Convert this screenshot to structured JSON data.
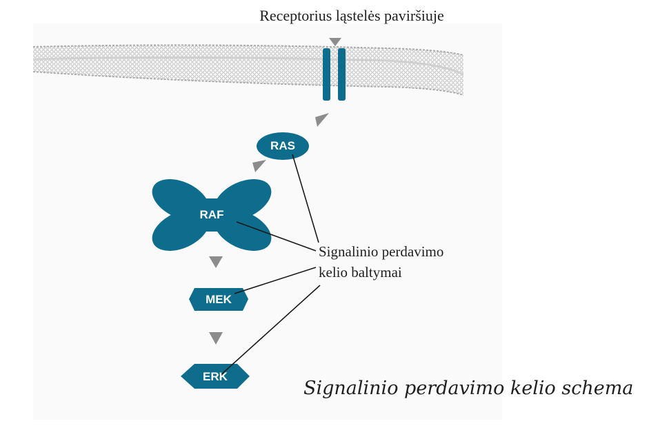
{
  "header": {
    "receptor_label": "Receptorius ląstelės paviršiuje"
  },
  "proteins": [
    {
      "id": "ras",
      "label": "RAS"
    },
    {
      "id": "raf",
      "label": "RAF"
    },
    {
      "id": "mek",
      "label": "MEK"
    },
    {
      "id": "erk",
      "label": "ERK"
    }
  ],
  "callout": {
    "line1": "Signalinio perdavimo",
    "line2": "kelio baltymai"
  },
  "title": "Signalinio perdavimo kelio schema",
  "colors": {
    "protein": "#0e6d8c",
    "arrow": "#8c8c8c",
    "membrane": "#bdbdbd",
    "leader": "#1a1a1a"
  }
}
